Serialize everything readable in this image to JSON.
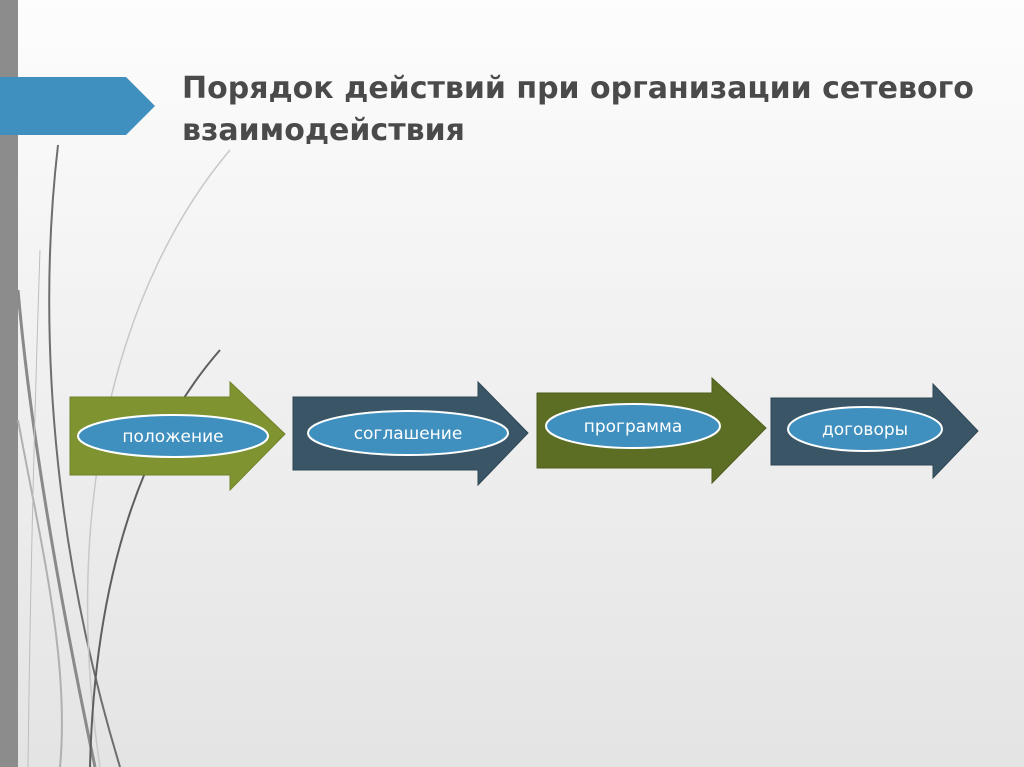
{
  "slide": {
    "title": "Порядок действий при организации сетевого взаимодействия"
  },
  "steps": [
    {
      "label": "положение",
      "color": "#7f9331"
    },
    {
      "label": "соглашение",
      "color": "#3a5566"
    },
    {
      "label": "программа",
      "color": "#5c6e24"
    },
    {
      "label": "договоры",
      "color": "#3a5566"
    }
  ],
  "colors": {
    "accent_tab": "#3f8fbf",
    "side_bar": "#8c8c8c",
    "title_text": "#4a4a4a",
    "ellipse_fill": "#3f8fbf"
  }
}
